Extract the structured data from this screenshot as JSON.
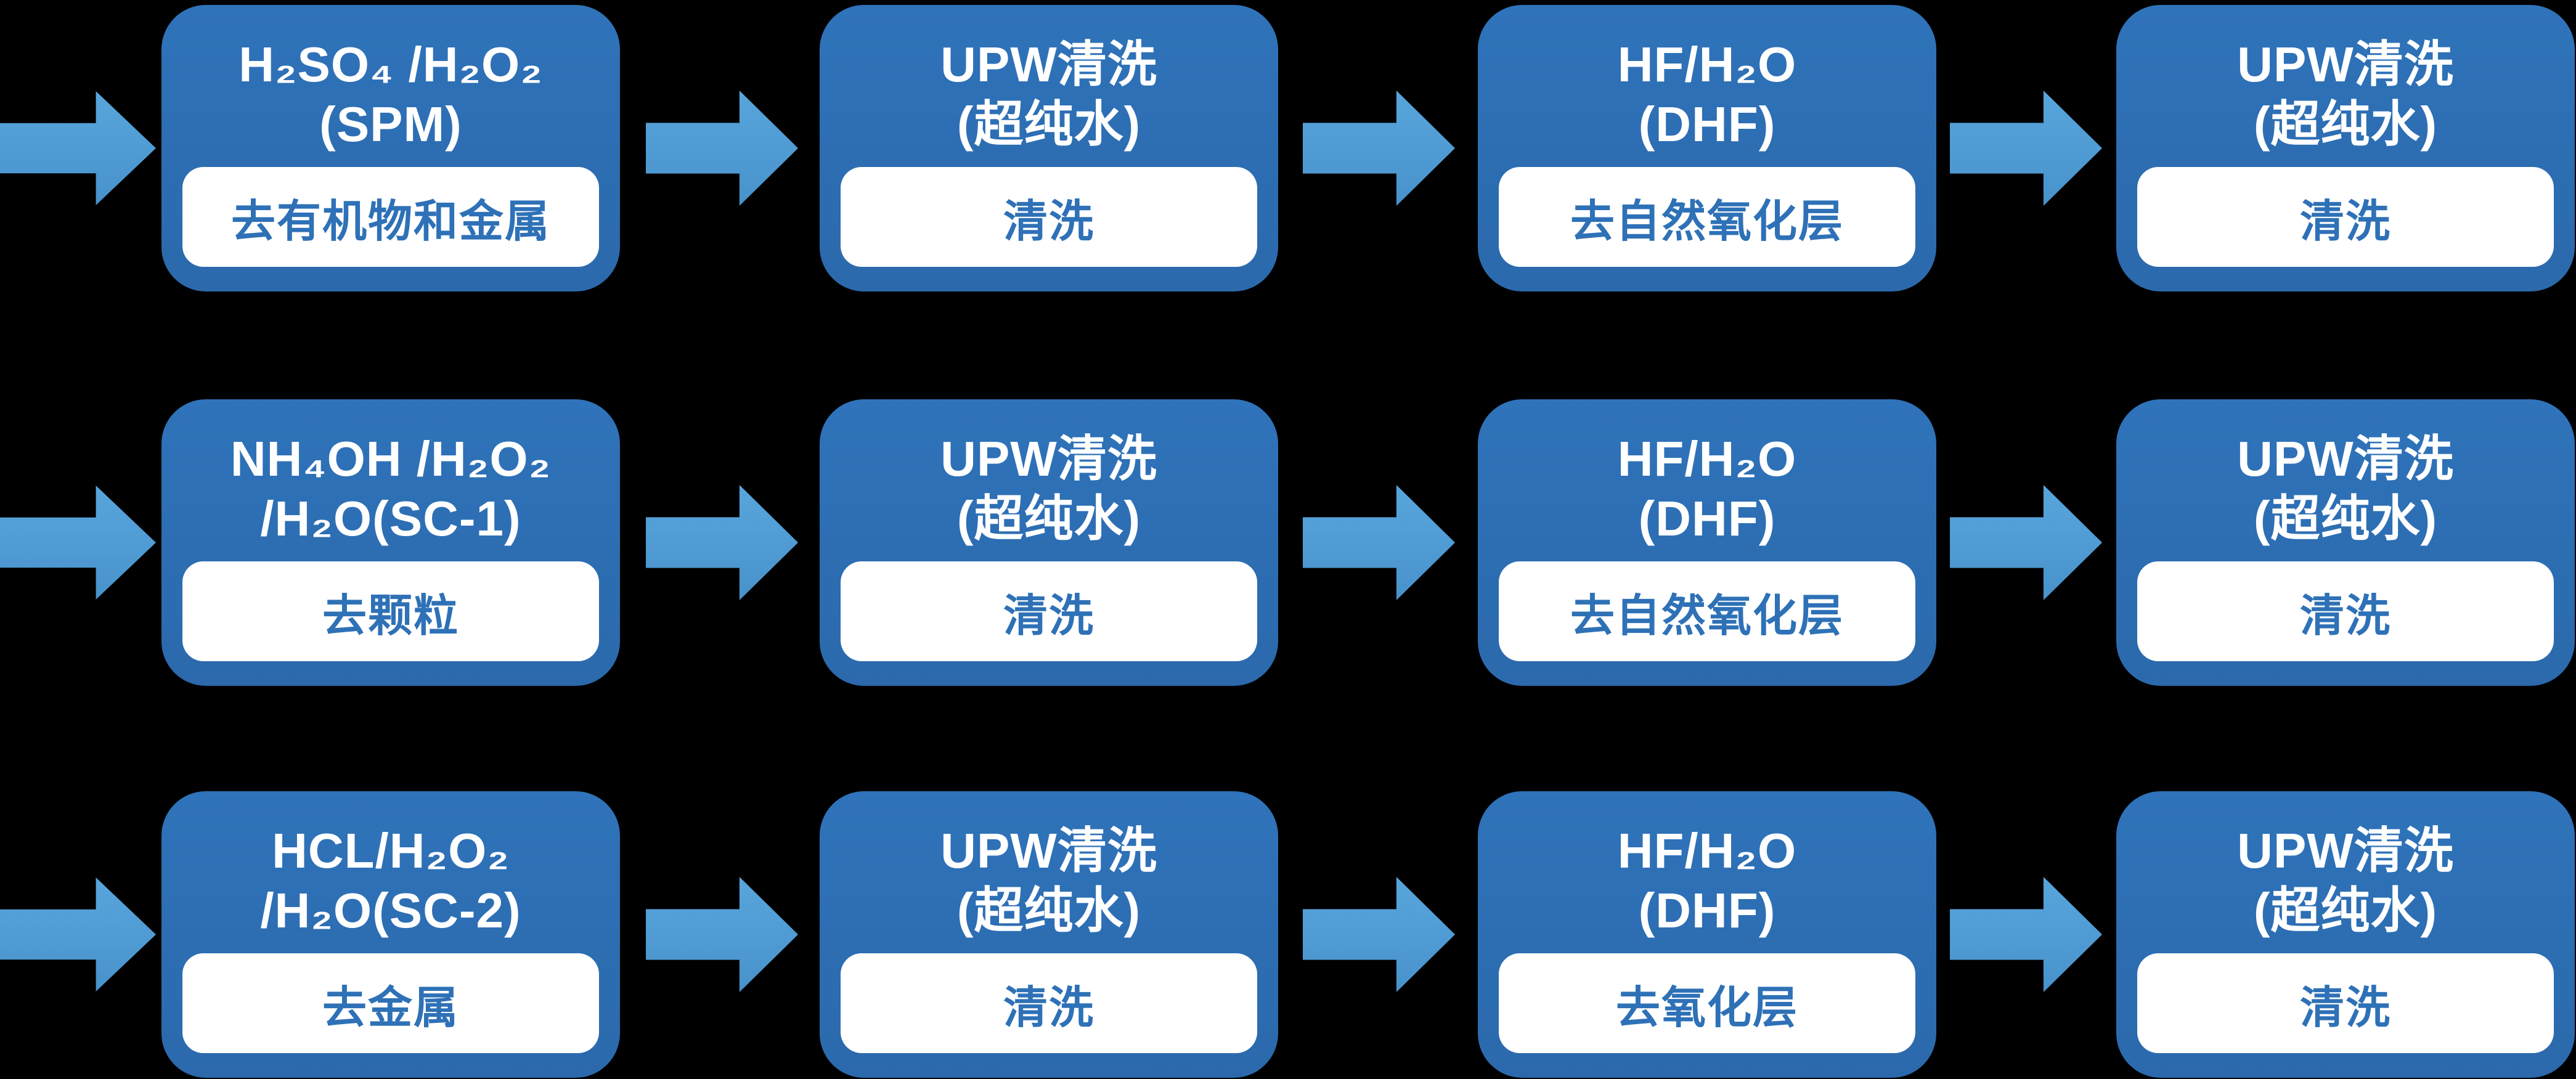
{
  "diagram": {
    "description": "Wafer cleaning process flow (RCA clean), 3 rows x 4 steps",
    "colors": {
      "background": "#000000",
      "box_fill": "#2D6EB3",
      "box_title_text": "#FFFFFF",
      "pill_fill": "#FFFFFF",
      "pill_text": "#2E71B7",
      "arrow_fill": "#4E9BD3"
    },
    "rows": [
      {
        "boxes": [
          {
            "line1": "H₂SO₄ /H₂O₂",
            "line2": "(SPM)",
            "pill": "去有机物和金属"
          },
          {
            "line1": "UPW清洗",
            "line2": "(超纯水)",
            "pill": "清洗"
          },
          {
            "line1": "HF/H₂O",
            "line2": "(DHF)",
            "pill": "去自然氧化层"
          },
          {
            "line1": "UPW清洗",
            "line2": "(超纯水)",
            "pill": "清洗"
          }
        ]
      },
      {
        "boxes": [
          {
            "line1": "NH₄OH /H₂O₂",
            "line2": "/H₂O(SC-1)",
            "pill": "去颗粒"
          },
          {
            "line1": "UPW清洗",
            "line2": "(超纯水)",
            "pill": "清洗"
          },
          {
            "line1": "HF/H₂O",
            "line2": "(DHF)",
            "pill": "去自然氧化层"
          },
          {
            "line1": "UPW清洗",
            "line2": "(超纯水)",
            "pill": "清洗"
          }
        ]
      },
      {
        "boxes": [
          {
            "line1": "HCL/H₂O₂",
            "line2": "/H₂O(SC-2)",
            "pill": "去金属"
          },
          {
            "line1": "UPW清洗",
            "line2": "(超纯水)",
            "pill": "清洗"
          },
          {
            "line1": "HF/H₂O",
            "line2": "(DHF)",
            "pill": "去氧化层"
          },
          {
            "line1": "UPW清洗",
            "line2": "(超纯水)",
            "pill": "清洗"
          }
        ]
      }
    ]
  }
}
